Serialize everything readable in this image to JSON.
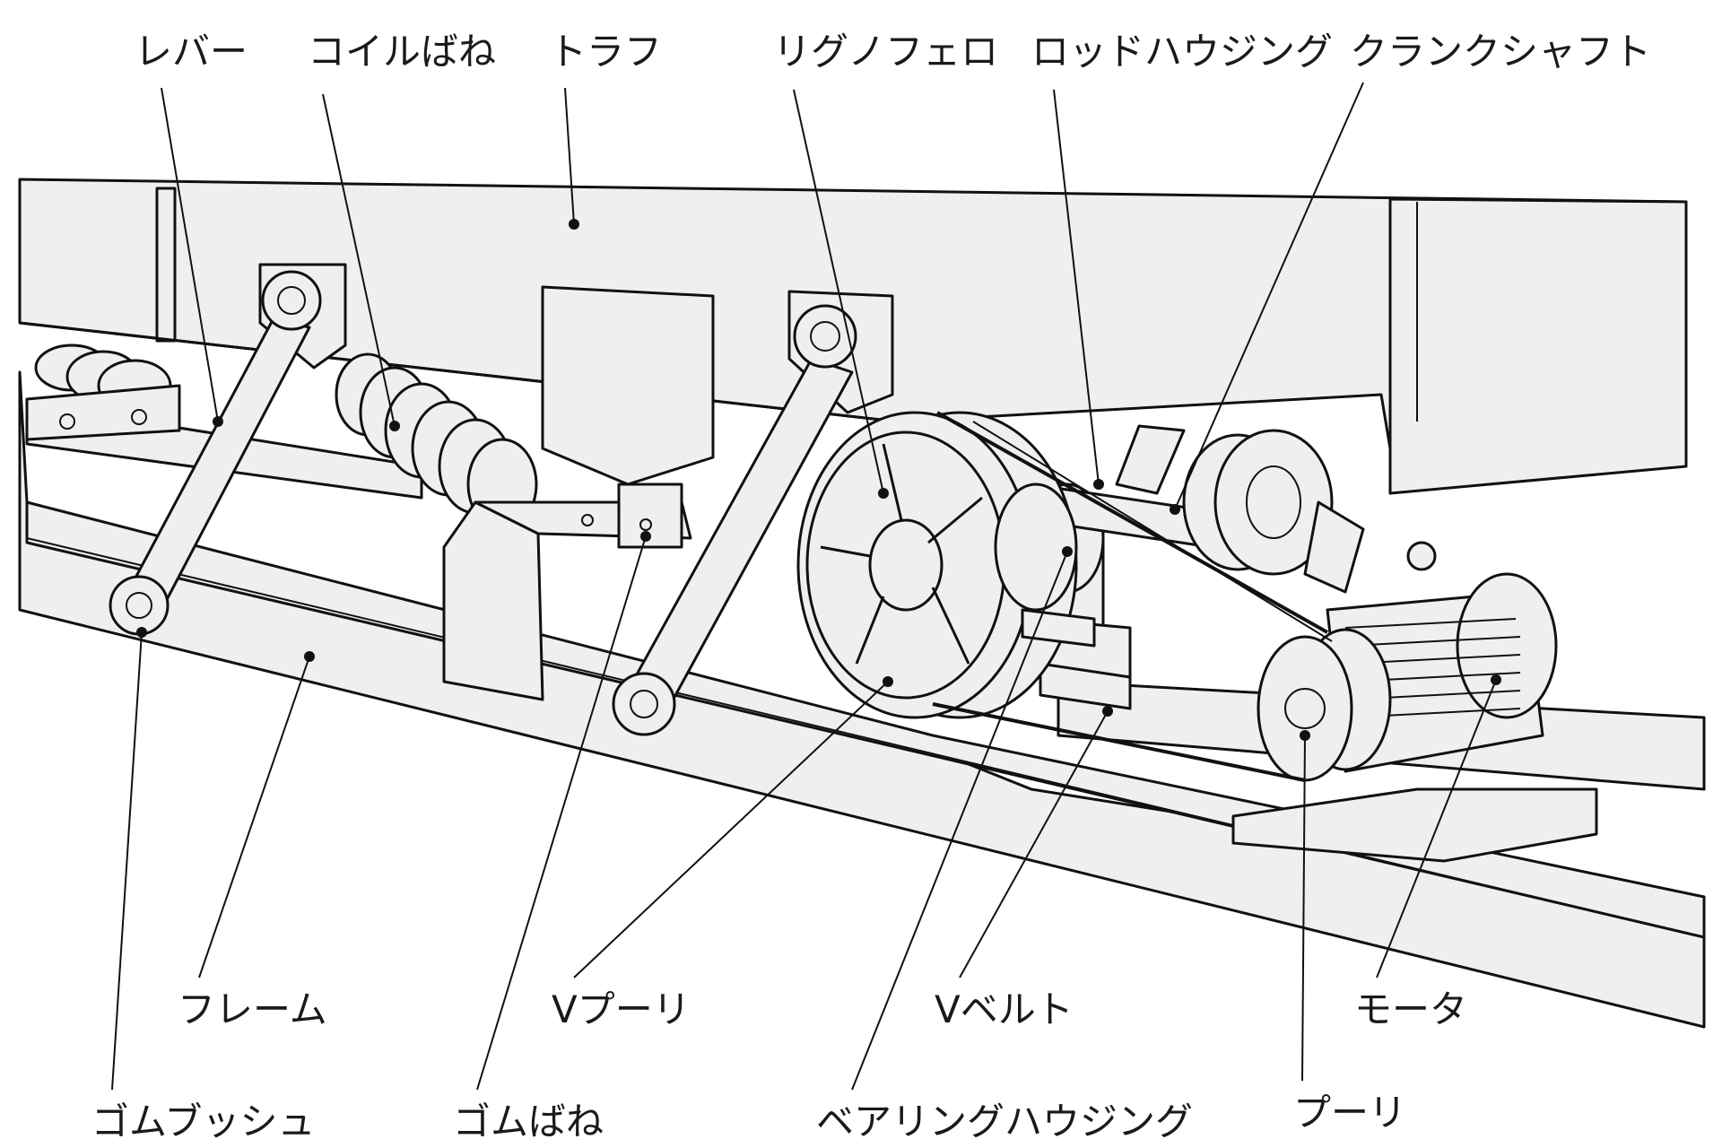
{
  "labels": {
    "lever": "レバー",
    "coil_spring": "コイルばね",
    "trough": "トラフ",
    "rigid_lever": "リグノフェロ",
    "rod_housing": "ロッドハウジング",
    "crankshaft": "クランクシャフト",
    "frame": "フレーム",
    "rubber_bush": "ゴムブッシュ",
    "v_pulley": "Vプーリ",
    "rubber_spring": "ゴムばね",
    "v_belt": "Vベルト",
    "bearing_housing": "ベアリングハウジング",
    "motor": "モータ",
    "pulley": "プーリ"
  },
  "colors": {
    "panel_fill": "#eef0ef",
    "line": "#111111",
    "background": "#ffffff"
  }
}
